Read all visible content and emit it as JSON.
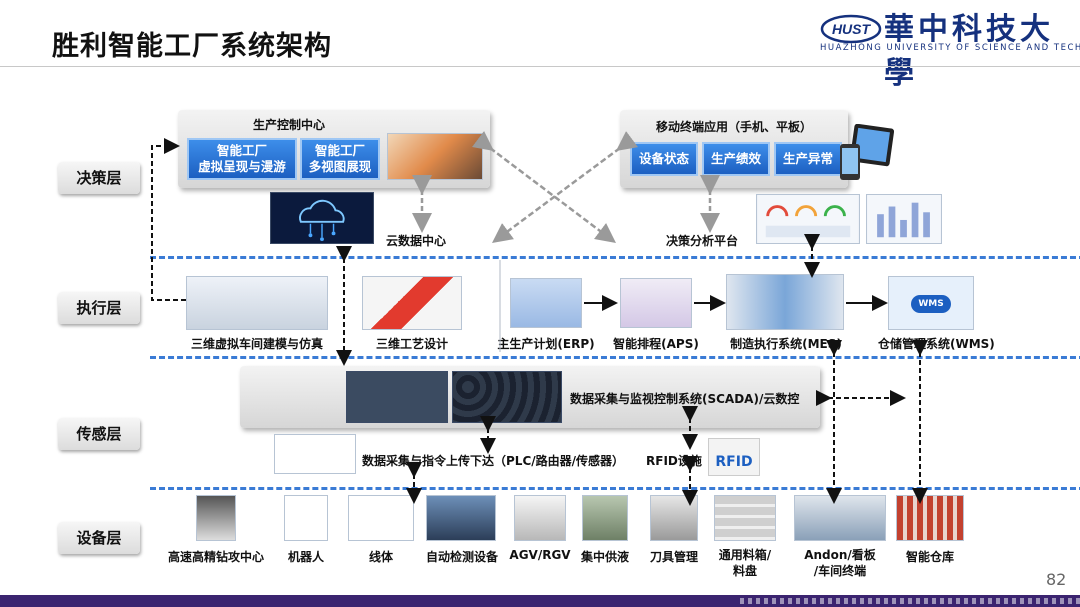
{
  "header": {
    "title": "胜利智能工厂系统架构",
    "university_cn": "華中科技大學",
    "university_en": "HUAZHONG UNIVERSITY OF SCIENCE AND TECHNOLOGY",
    "logo_abbr": "HUST"
  },
  "layers": [
    "决策层",
    "执行层",
    "传感层",
    "设备层"
  ],
  "decision": {
    "control_center": {
      "title": "生产控制中心",
      "buttons": [
        "智能工厂\n虚拟呈现与漫游",
        "智能工厂\n多视图展现"
      ]
    },
    "mobile": {
      "title": "移动终端应用（手机、平板）",
      "buttons": [
        "设备状态",
        "生产绩效",
        "生产异常"
      ]
    },
    "cloud_data_center": "云数据中心",
    "decision_platform": "决策分析平台"
  },
  "execution": {
    "items": [
      "三维虚拟车间建模与仿真",
      "三维工艺设计",
      "主生产计划(ERP)",
      "智能排程(APS)",
      "制造执行系统(MES)",
      "仓储管理系统(WMS)"
    ],
    "wms_badge": "WMS"
  },
  "sensing": {
    "scada": "数据采集与监视控制系统(SCADA)/云数控",
    "upload": "数据采集与指令上传下达（PLC/路由器/传感器）",
    "rfid_label": "RFID设施",
    "rfid_badge": "RFID"
  },
  "equipment": {
    "items": [
      "高速高精钻攻中心",
      "机器人",
      "线体",
      "自动检测设备",
      "AGV/RGV",
      "集中供液",
      "刀具管理",
      "通用料箱/\n料盘",
      "Andon/看板\n/车间终端",
      "智能仓库"
    ]
  },
  "page_number": "82",
  "colors": {
    "accent_blue": "#1c5fc1",
    "dashed_line": "#3a7bd5",
    "footer": "#3b2470",
    "logo": "#15317e"
  }
}
